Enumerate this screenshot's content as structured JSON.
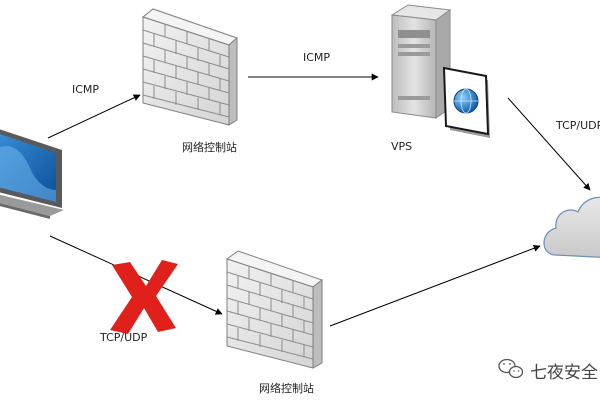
{
  "edges": {
    "laptop_to_firewall_top": "ICMP",
    "firewall_top_to_vps": "ICMP",
    "vps_to_internet": "TCP/UDP",
    "laptop_to_firewall_bottom": "TCP/UDP"
  },
  "nodes": {
    "firewall_top": {
      "label": "网络控制站"
    },
    "vps": {
      "label": "VPS"
    },
    "firewall_bottom": {
      "label": "网络控制站"
    }
  },
  "blocked_marker": {
    "icon": "red-x-icon",
    "color": "#e0201b"
  },
  "watermark": {
    "icon": "wechat-icon",
    "text": "七夜安全"
  },
  "colors": {
    "wall_fill": "#e6e6e6",
    "wall_stroke": "#7f7f7f",
    "laptop_screen": "#1f6fb5",
    "cloud_fill": "#d9d9d9",
    "server_body": "#d0d0d0"
  }
}
